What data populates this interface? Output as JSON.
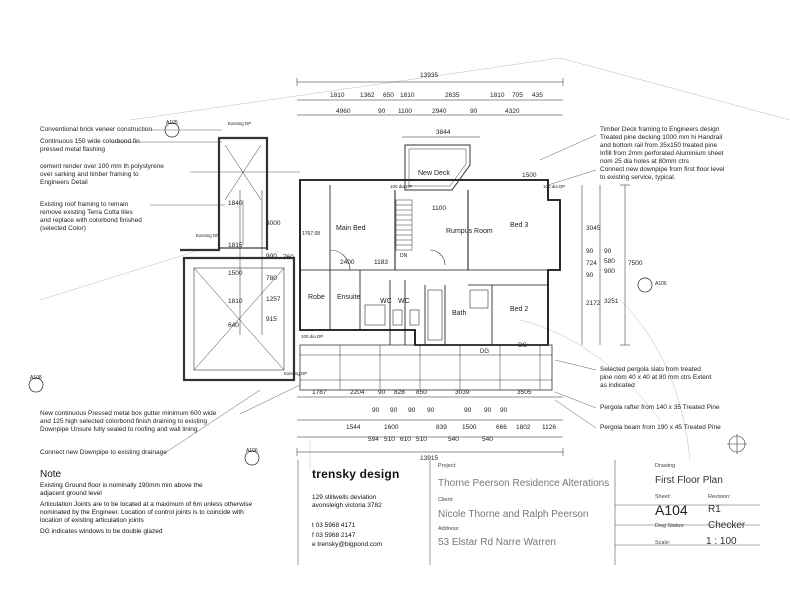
{
  "drawing": {
    "overall_dims": {
      "top": "13935",
      "bottom": "13915",
      "right": "7500"
    },
    "top_chain_1": [
      "1810",
      "1362",
      "650",
      "1810",
      "2635",
      "1810",
      "705",
      "435"
    ],
    "top_chain_2": [
      "4960",
      "90",
      "1100",
      "2940",
      "90",
      "4320"
    ],
    "top_inner": "3844",
    "left_chain_outer": [
      "1840",
      "1815",
      "1500",
      "1810",
      "640"
    ],
    "left_chain_inner": [
      "3000",
      "900",
      "780",
      "1257",
      "915"
    ],
    "left_misc": "760",
    "right_chain": [
      "3045",
      "90",
      "724",
      "90",
      "2172"
    ],
    "right_inner": [
      "90",
      "580",
      "900",
      "3251"
    ],
    "bottom_chain_1": [
      "1787",
      "2204",
      "90",
      "828",
      "850",
      "3039",
      "3505"
    ],
    "bottom_chain_2": [
      "90",
      "90",
      "90",
      "90",
      "90",
      "90",
      "90"
    ],
    "bottom_chain_3": [
      "1544",
      "1600",
      "839",
      "1500",
      "666",
      "1802",
      "1126"
    ],
    "bottom_chain_4": [
      "594",
      "510",
      "610",
      "510",
      "540",
      "540"
    ],
    "sub_dims": [
      "2400",
      "1183",
      "1500",
      "1100"
    ],
    "section_markers": [
      "A105",
      "A106",
      "A108",
      "A106"
    ],
    "dp_labels": [
      "Existing DP",
      "100 dia DP",
      "100 dia DP",
      "Existing DP",
      "100 dia DP",
      "Existing DP"
    ],
    "rooms": {
      "main_bed": "Main Bed",
      "new_deck": "New Deck",
      "rumpus": "Rumpus Room",
      "bed3": "Bed 3",
      "bed2": "Bed 2",
      "robe": "Robe",
      "ensuite": "Ensuite",
      "wc1": "WC",
      "wc2": "WC",
      "bath": "Bath",
      "dn": "DN",
      "dg1": "DG",
      "dg2": "DG",
      "misc": "1767.08"
    },
    "notes_left": [
      "Conventional brick veneer construction",
      "Continuous 150 wide colorbond fin\npressed metal flashing",
      "cement render over 100 mm th polystyrene\nover sarking and timber framing to\nEngineers Detail",
      "Existing roof framing to remain\nremove existing Terra Cotta tiles\nand replace with colorbond finished\n(selected Color)",
      "New continuous Pressed metal box gutter minimum 600 wide\nand 125 high selected colorbond finish draining to existing\nDownpipe Unsure fully sealed to roofing and wall lining",
      "Connect new Downpipe to existing drainage"
    ],
    "notes_right": [
      "Timber Deck framing to Engineers design\nTreated pine decking 1000 mm hi Handrail\nand bottom rail from 35x150  treated pine\nInfill from 2mm perforated Aluminium sheet\nnom 25 dia holes at 80mm ctrs",
      "Connect new downpipe from first floor level\nto existing service, typical.",
      "Selected pergola slats from treated\npine nom 40 x 40 at 80 mm ctrs Extent\nas indicated",
      "Pergola rafter from 140 x 35 Treated Pine",
      "Pergola beam from 190 x 45 Treated Pine"
    ]
  },
  "general_notes": {
    "title": "Note",
    "items": [
      "Existing Ground floor is nominally 190mm min above the\nadjacent ground level",
      "Articulation Joints are to be located at a maximum of 6m unless otherwise\nnominated by the Engineer. Location of control joints is to coincide with\nlocation of existing articulation joints",
      "DG indicates windows to be double glazed"
    ]
  },
  "title_block": {
    "firm": "trensky design",
    "address": "129 stillwells deviation\navonsleigh victoria 3782",
    "phone": "t  03 5968 4171",
    "fax": "f  03 5968 2147",
    "email": "e  trensky@bigpond.com",
    "project_label": "Project:",
    "project": "Thorne Peerson Residence Alterations",
    "client_label": "Client:",
    "client": "Nicole Thorne and Ralph Peerson",
    "address_label": "Address:",
    "site_address": "53 Elstar Rd Narre Warren",
    "drawing_label": "Drawing",
    "drawing_title": "First Floor Plan",
    "sheet_label": "Sheet:",
    "sheet": "A104",
    "revision_label": "Revision:",
    "revision": "R1",
    "dwg_status_label": "Dwg Status:",
    "checker": "Checker",
    "scale_label": "Scale:",
    "scale": "1 : 100"
  }
}
